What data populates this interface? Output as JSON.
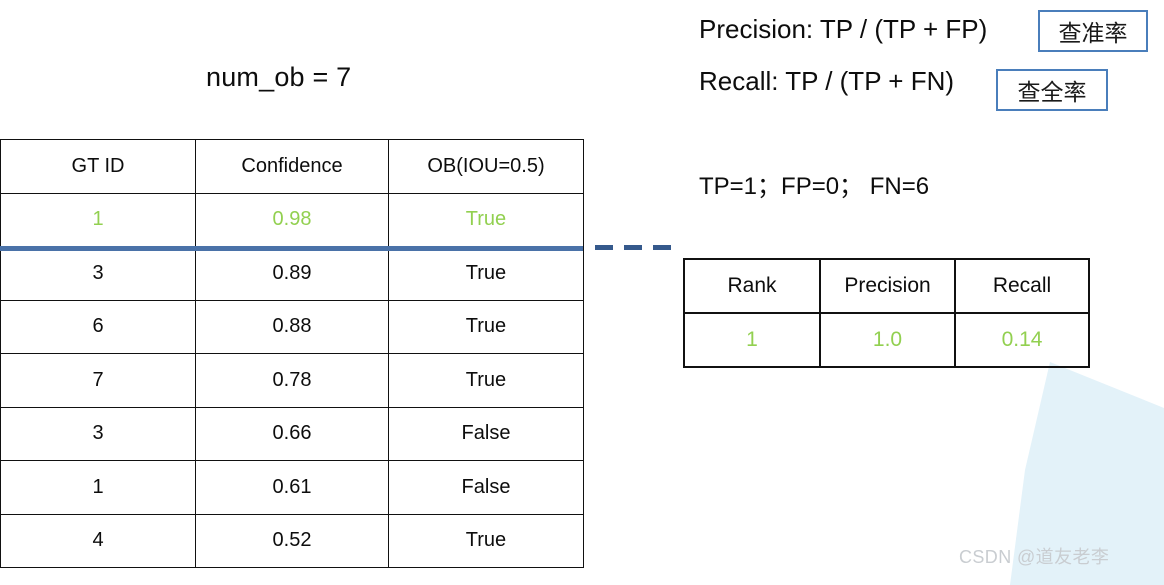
{
  "left_panel": {
    "title": "num_ob = 7",
    "table": {
      "headers": [
        "GT ID",
        "Confidence",
        "OB(IOU=0.5)"
      ],
      "rows": [
        {
          "gt_id": "1",
          "confidence": "0.98",
          "ob": "True",
          "highlighted": true
        },
        {
          "gt_id": "3",
          "confidence": "0.89",
          "ob": "True",
          "highlighted": false
        },
        {
          "gt_id": "6",
          "confidence": "0.88",
          "ob": "True",
          "highlighted": false
        },
        {
          "gt_id": "7",
          "confidence": "0.78",
          "ob": "True",
          "highlighted": false
        },
        {
          "gt_id": "3",
          "confidence": "0.66",
          "ob": "False",
          "highlighted": false
        },
        {
          "gt_id": "1",
          "confidence": "0.61",
          "ob": "False",
          "highlighted": false
        },
        {
          "gt_id": "4",
          "confidence": "0.52",
          "ob": "True",
          "highlighted": false
        }
      ]
    }
  },
  "right_panel": {
    "precision_formula": "Precision: TP / (TP + FP)",
    "precision_badge": "查准率",
    "recall_formula": "Recall: TP / (TP + FN)",
    "recall_badge": "查全率",
    "counts": "TP=1；FP=0； FN=6",
    "result_table": {
      "headers": [
        "Rank",
        "Precision",
        "Recall"
      ],
      "rows": [
        {
          "rank": "1",
          "precision": "1.0",
          "recall": "0.14"
        }
      ]
    }
  },
  "watermark": "CSDN @道友老李",
  "colors": {
    "highlight_green": "#92D050",
    "separator_blue": "#4A72A8",
    "dash_blue": "#35598C",
    "badge_border_blue": "#4A7EBB",
    "decor_blue": "#E3F2F9",
    "table_border": "#111111",
    "text": "#0d0d0d",
    "watermark_gray": "#c9cdd1"
  }
}
